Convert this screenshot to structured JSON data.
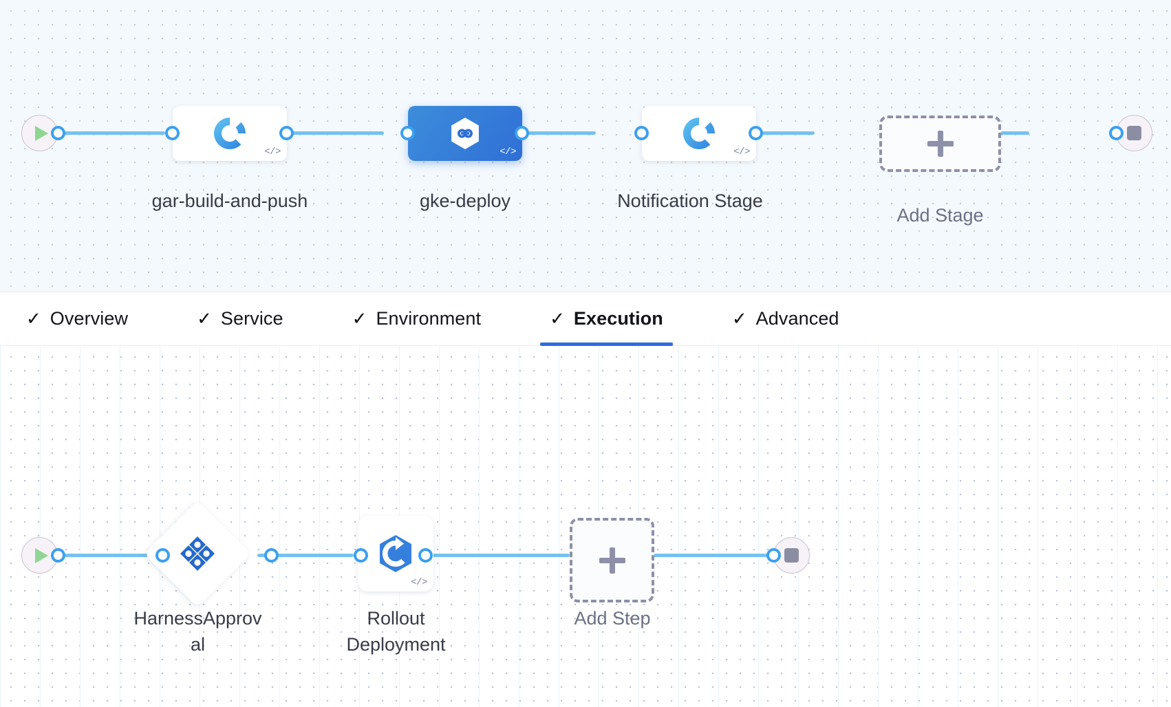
{
  "colors": {
    "accent": "#2d6ce0",
    "connector": "#75c1f0",
    "port_ring": "#3ca0ef",
    "selected_node": "#2f6fd6",
    "dashed_border": "#8d90a8",
    "canvas_top_bg": "#f4f9fd",
    "canvas_bottom_bg": "#ffffff",
    "label_text": "#383b47",
    "muted_text": "#6b7085",
    "play_green": "#8fd694",
    "stop_gray": "#8b8ea3"
  },
  "stage_canvas": {
    "start_node": {
      "icon": "play-icon"
    },
    "end_node": {
      "icon": "stop-icon"
    },
    "stages": [
      {
        "id": "gar-build-and-push",
        "label": "gar-build-and-push",
        "icon": "harness-ci-build-icon",
        "selected": false,
        "yaml_badge": "</>"
      },
      {
        "id": "gke-deploy",
        "label": "gke-deploy",
        "icon": "harness-cd-deploy-icon",
        "selected": true,
        "yaml_badge": "</>"
      },
      {
        "id": "notification-stage",
        "label": "Notification Stage",
        "icon": "harness-ci-build-icon",
        "selected": false,
        "yaml_badge": "</>"
      }
    ],
    "add_stage": {
      "label": "Add Stage",
      "icon": "plus-icon"
    }
  },
  "tabs": {
    "items": [
      {
        "id": "overview",
        "label": "Overview",
        "check": "✓",
        "active": false
      },
      {
        "id": "service",
        "label": "Service",
        "check": "✓",
        "active": false
      },
      {
        "id": "environment",
        "label": "Environment",
        "check": "✓",
        "active": false
      },
      {
        "id": "execution",
        "label": "Execution",
        "check": "✓",
        "active": true
      },
      {
        "id": "advanced",
        "label": "Advanced",
        "check": "✓",
        "active": false
      }
    ]
  },
  "step_canvas": {
    "start_node": {
      "icon": "play-icon"
    },
    "end_node": {
      "icon": "stop-icon"
    },
    "steps": [
      {
        "id": "harness-approval",
        "label": "HarnessApproval",
        "label_line1": "HarnessApprov",
        "label_line2": "al",
        "icon": "harness-approval-diamond-icon",
        "shape": "diamond"
      },
      {
        "id": "rollout-deployment",
        "label": "Rollout Deployment",
        "label_line1": "Rollout",
        "label_line2": "Deployment",
        "icon": "k8s-rollout-icon",
        "shape": "rounded-square",
        "yaml_badge": "</>"
      }
    ],
    "add_step": {
      "label": "Add Step",
      "icon": "plus-icon"
    }
  }
}
